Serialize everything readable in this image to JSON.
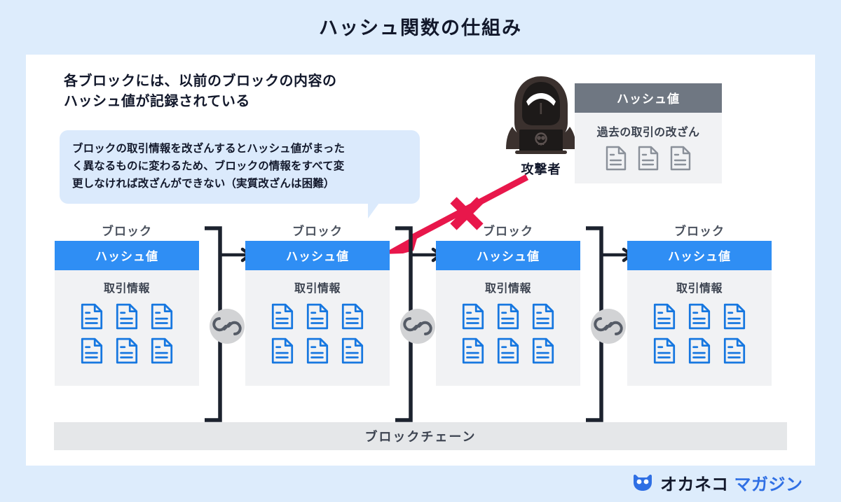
{
  "page": {
    "title": "ハッシュ関数の仕組み",
    "background_color": "#ddecfc",
    "card_color": "#ffffff"
  },
  "headline": "各ブロックには、以前のブロックの内容の\nハッシュ値が記録されている",
  "callout": {
    "text": "ブロックの取引情報を改ざんするとハッシュ値がまった\nく異なるものに変わるため、ブロックの情報をすべて変\n更しなければ改ざんができない（実質改ざんは困難）",
    "background_color": "#dbeafc"
  },
  "attacker": {
    "label": "攻撃者",
    "icon": "hooded-hacker-with-laptop-icon",
    "laptop_icon": "skull-icon",
    "body_color": "#3b312e"
  },
  "attack_arrow": {
    "color": "#e8174b",
    "marker": "x-mark",
    "direction": "from-attacker-to-block-2"
  },
  "hash_panel": {
    "header": "ハッシュ値",
    "subtitle": "過去の取引の改ざん",
    "header_color": "#6f7782",
    "body_color": "#f1f2f4",
    "doc_icon_color": "#8a9099",
    "doc_count": 3
  },
  "blocks": [
    {
      "label": "ブロック",
      "hash_header": "ハッシュ値",
      "body_title": "取引情報",
      "doc_count": 6
    },
    {
      "label": "ブロック",
      "hash_header": "ハッシュ値",
      "body_title": "取引情報",
      "doc_count": 6
    },
    {
      "label": "ブロック",
      "hash_header": "ハッシュ値",
      "body_title": "取引情報",
      "doc_count": 6
    },
    {
      "label": "ブロック",
      "hash_header": "ハッシュ値",
      "body_title": "取引情報",
      "doc_count": 6
    }
  ],
  "connectors": [
    {
      "icon": "chain-link-icon",
      "arrow": "right-arrow-icon"
    },
    {
      "icon": "chain-link-icon",
      "arrow": "right-arrow-icon"
    },
    {
      "icon": "chain-link-icon",
      "arrow": "right-arrow-icon"
    }
  ],
  "blockchain_bar": {
    "label": "ブロックチェーン",
    "background_color": "#e5e7e9"
  },
  "footer_logo": {
    "mark": "cat-face-icon",
    "text_dark": "オカネコ",
    "text_blue": "マガジン",
    "mark_color": "#2f6fe4"
  },
  "colors": {
    "accent_blue": "#2f8ef4",
    "link_blue": "#2f6fe4",
    "attack_red": "#e8174b",
    "block_body_gray": "#f1f2f4",
    "dark_text": "#12182b"
  }
}
